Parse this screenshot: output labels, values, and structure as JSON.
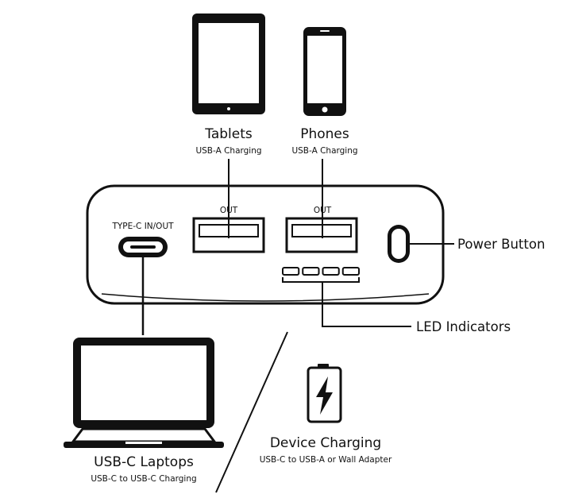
{
  "colors": {
    "ink": "#111111",
    "background": "#ffffff"
  },
  "devices": {
    "tablets": {
      "title": "Tablets",
      "subtitle": "USB-A Charging",
      "icon": "tablet-icon"
    },
    "phones": {
      "title": "Phones",
      "subtitle": "USB-A Charging",
      "icon": "phone-icon"
    },
    "laptops": {
      "title": "USB-C Laptops",
      "subtitle": "USB-C to USB-C Charging",
      "icon": "laptop-icon"
    },
    "charging": {
      "title": "Device Charging",
      "subtitle": "USB-C to USB-A or Wall Adapter",
      "icon": "battery-charging-icon"
    }
  },
  "power_bank": {
    "usb_c_port_label": "TYPE-C IN/OUT",
    "usb_a_port_1_label": "OUT",
    "usb_a_port_2_label": "OUT",
    "led_count": 4
  },
  "callouts": {
    "power_button": "Power Button",
    "led_indicators": "LED Indicators"
  }
}
